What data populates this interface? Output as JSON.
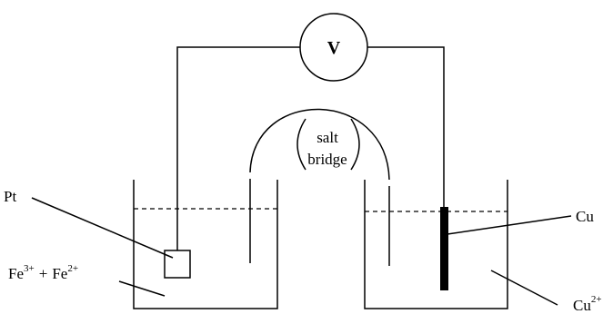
{
  "voltmeter": {
    "symbol": "V"
  },
  "salt_bridge": {
    "line1": "salt",
    "line2": "bridge"
  },
  "left_cell": {
    "electrode_label": "Pt",
    "solution": {
      "ion1_base": "Fe",
      "ion1_charge": "3+",
      "plus": "+",
      "ion2_base": "Fe",
      "ion2_charge": "2+"
    }
  },
  "right_cell": {
    "electrode_label": "Cu",
    "solution": {
      "ion_base": "Cu",
      "ion_charge": "2+"
    }
  },
  "colors": {
    "line": "#000000",
    "background": "#ffffff"
  }
}
